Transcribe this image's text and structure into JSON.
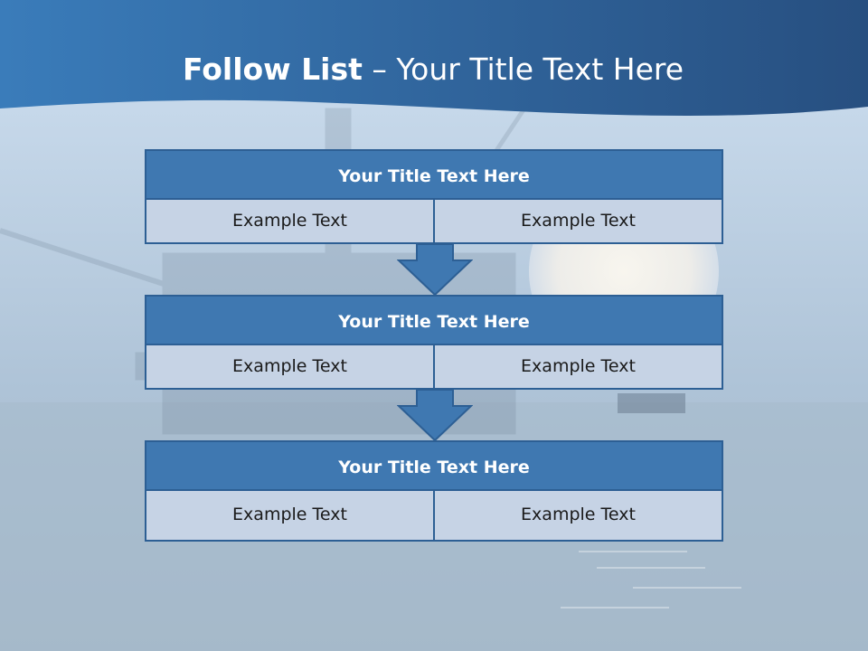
{
  "slide": {
    "title_bold": "Follow List",
    "title_rest": " – Your Title Text Here"
  },
  "blocks": [
    {
      "title": "Your Title Text Here",
      "left": "Example Text",
      "right": "Example Text"
    },
    {
      "title": "Your Title Text Here",
      "left": "Example Text",
      "right": "Example Text"
    },
    {
      "title": "Your Title Text Here",
      "left": "Example Text",
      "right": "Example Text"
    }
  ],
  "colors": {
    "header_blue": "#2f6aa6",
    "block_title": "#3f78b1",
    "cell_fill": "#c6d3e5",
    "border": "#2d5f94"
  }
}
